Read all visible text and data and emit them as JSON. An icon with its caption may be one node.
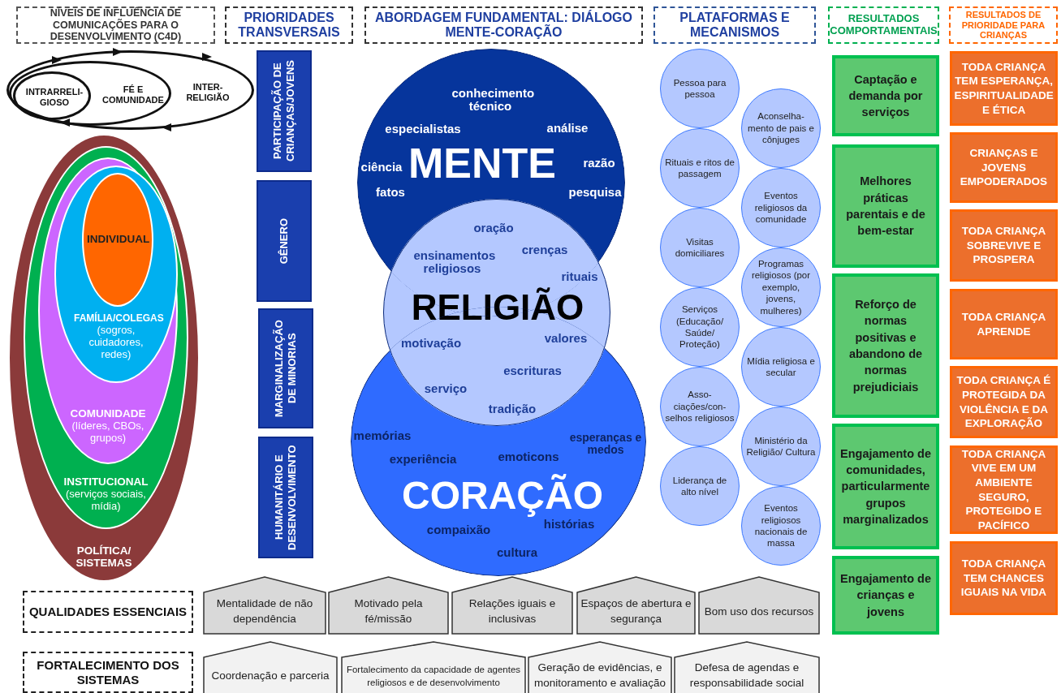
{
  "diagram": {
    "nodes": [
      {
        "text": [
          "NÍVEIS DE INFLUÊNCIA DE COMUNICAÇÕES PARA O DESENVOLVIMENTO (C4D)"
        ]
      },
      {
        "text": [
          "PRIORIDADES TRANSVERSAIS"
        ]
      },
      {
        "text": [
          "ABORDAGEM FUNDAMENTAL: DIÁLOGO MENTE-CORAÇÃO"
        ]
      },
      {
        "text": [
          "PLATAFORMAS E MECANISMOS"
        ]
      },
      {
        "text": [
          "RESULTADOS COMPORTAMENTAIS"
        ]
      },
      {
        "text": [
          "RESULTADOS DE PRIORIDADE PARA CRIANÇAS"
        ]
      },
      {
        "text": [
          "INTER- RELIGIÃO"
        ]
      },
      {
        "text": [
          "FÉ E COMUNIDADE"
        ],
        "in": 6
      },
      {
        "text": [
          "INTRARRELI- GIOSO"
        ],
        "in": 7
      },
      {
        "text": [
          "POLÍTICA/ SISTEMAS"
        ]
      },
      {
        "text": [
          "INSTITUCIONAL",
          "(serviços sociais, mídia)"
        ],
        "in": 9
      },
      {
        "text": [
          "COMUNIDADE",
          "(líderes, CBOs, grupos)"
        ],
        "in": 10
      },
      {
        "text": [
          "FAMÍLIA/COLEGAS",
          "(sogros, cuidadores, redes)"
        ],
        "in": 11
      },
      {
        "text": [
          "INDIVIDUAL"
        ],
        "in": 12
      },
      {
        "text": [
          "PARTICIPAÇÃO DE CRIANÇAS/JOVENS"
        ]
      },
      {
        "text": [
          "GÊNERO"
        ]
      },
      {
        "text": [
          "MARGINALIZAÇÃO DE MINORIAS"
        ]
      },
      {
        "text": [
          "HUMANITÁRIO E DESENVOLVIMENTO"
        ]
      },
      {
        "text": [
          "conhecimento técnico",
          "especialistas",
          "análise",
          "ciência",
          "MENTE",
          "razão",
          "fatos",
          "pesquisa"
        ]
      },
      {
        "text": [
          "memórias",
          "esperanças e medos",
          "experiência",
          "emoticons",
          "CORAÇÃO",
          "histórias",
          "compaixão",
          "cultura"
        ]
      },
      {
        "text": [
          "oração",
          "ensinamentos religiosos",
          "crenças",
          "rituais",
          "RELIGIÃO",
          "motivação",
          "valores",
          "escrituras",
          "serviço",
          "tradição"
        ]
      },
      {
        "text": [
          "Pessoa para pessoa"
        ]
      },
      {
        "text": [
          "Aconselha- mento de pais e cônjuges"
        ]
      },
      {
        "text": [
          "Rituais e ritos de passagem"
        ]
      },
      {
        "text": [
          "Eventos religiosos da comunidade"
        ]
      },
      {
        "text": [
          "Visitas domiciliares"
        ]
      },
      {
        "text": [
          "Programas religiosos (por exemplo, jovens, mulheres)"
        ]
      },
      {
        "text": [
          "Serviços (Educação/ Saúde/ Proteção)"
        ]
      },
      {
        "text": [
          "Mídia religiosa e secular"
        ]
      },
      {
        "text": [
          "Asso- ciações/con- selhos religiosos"
        ]
      },
      {
        "text": [
          "Ministério da Religião/ Cultura"
        ]
      },
      {
        "text": [
          "Liderança de alto nível"
        ]
      },
      {
        "text": [
          "Eventos religiosos nacionais de massa"
        ]
      },
      {
        "text": [
          "Captação e demanda por serviços"
        ]
      },
      {
        "text": [
          "Melhores práticas parentais e de bem-estar"
        ]
      },
      {
        "text": [
          "Reforço de normas positivas e abandono de normas prejudiciais"
        ]
      },
      {
        "text": [
          "Engajamento de comunidades, particularmente grupos marginalizados"
        ]
      },
      {
        "text": [
          "Engajamento de crianças e jovens"
        ]
      },
      {
        "text": [
          "TODA CRIANÇA TEM ESPERANÇA, ESPIRITUALIDADE E ÉTICA"
        ]
      },
      {
        "text": [
          "CRIANÇAS E JOVENS EMPODERADOS"
        ]
      },
      {
        "text": [
          "TODA CRIANÇA SOBREVIVE E PROSPERA"
        ]
      },
      {
        "text": [
          "TODA CRIANÇA APRENDE"
        ]
      },
      {
        "text": [
          "TODA CRIANÇA É PROTEGIDA DA VIOLÊNCIA E DA EXPLORAÇÃO"
        ]
      },
      {
        "text": [
          "TODA CRIANÇA VIVE EM UM AMBIENTE SEGURO, PROTEGIDO E PACÍFICO"
        ]
      },
      {
        "text": [
          "TODA CRIANÇA TEM CHANCES IGUAIS NA VIDA"
        ]
      },
      {
        "text": [
          "QUALIDADES ESSENCIAIS"
        ]
      },
      {
        "text": [
          "Mentalidade de não dependência"
        ]
      },
      {
        "text": [
          "Motivado pela fé/missão"
        ]
      },
      {
        "text": [
          "Relações iguais e inclusivas"
        ]
      },
      {
        "text": [
          "Espaços de abertura e segurança"
        ]
      },
      {
        "text": [
          "Bom uso dos recursos"
        ]
      },
      {
        "text": [
          "FORTALECIMENTO DOS SISTEMAS"
        ]
      },
      {
        "text": [
          "Coordenação e parceria"
        ]
      },
      {
        "text": [
          "Fortalecimento da capacidade de agentes religiosos e de desenvolvimento"
        ]
      },
      {
        "text": [
          "Geração de evidências, e monitoramento e avaliação"
        ]
      },
      {
        "text": [
          "Defesa de agendas e responsabilidade social"
        ]
      }
    ]
  }
}
